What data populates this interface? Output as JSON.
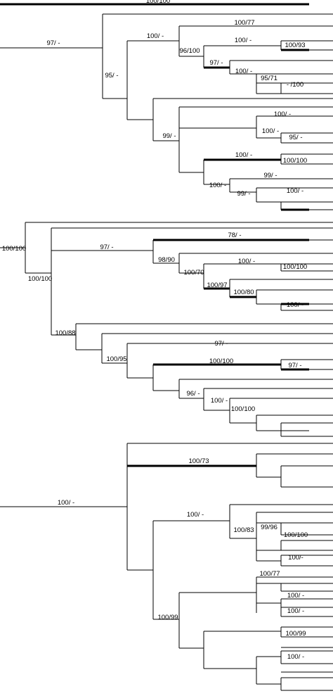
{
  "tree": {
    "support_labels": [
      "100/100",
      "97/ -",
      "95/ -",
      "100/ -",
      "100/77",
      "96/100",
      "100/ -",
      "100/93",
      "97/ -",
      "100/ -",
      "95/71",
      "- /100",
      "99/ -",
      "100/ -",
      "100/ -",
      "95/ -",
      "100/ -",
      "100/100",
      "100/ -",
      "99/ -",
      "99/ -",
      "100/ -",
      "100/100",
      "100/100",
      "97/ -",
      "78/ -",
      "98/90",
      "100/ -",
      "100/70",
      "100/100",
      "100/97",
      "100/80",
      "100/ -",
      "100/88",
      "97/ -",
      "100/95",
      "100/100",
      "97/ -",
      "96/ -",
      "100/ -",
      "100/100",
      "100/ -",
      "100/73",
      "100/ -",
      "100/83",
      "99/96",
      "100/100",
      "100/-",
      "100/99",
      "100/77",
      "100/ -",
      "100/ -",
      "100/99",
      "100/ -"
    ]
  }
}
